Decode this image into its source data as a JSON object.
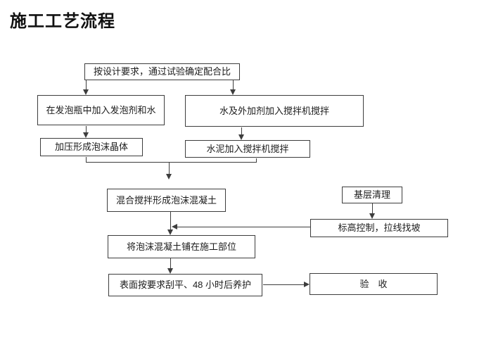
{
  "page": {
    "title": "施工工艺流程"
  },
  "colors": {
    "line": "#3d3d3d",
    "text": "#1b1b1b",
    "background": "#ffffff"
  },
  "flowchart": {
    "nodes": [
      {
        "id": "mix-ratio",
        "label": "按设计要求，通过试验确定配合比"
      },
      {
        "id": "foaming-bottle",
        "label": "在发泡瓶中加入发泡剂和水"
      },
      {
        "id": "foam-crystal",
        "label": "加压形成泡沫晶体"
      },
      {
        "id": "water-admixture",
        "label": "水及外加剂加入搅拌机搅拌"
      },
      {
        "id": "cement-mix",
        "label": "水泥加入搅拌机搅拌"
      },
      {
        "id": "foam-concrete",
        "label": "混合搅拌形成泡沫混凝土"
      },
      {
        "id": "base-cleaning",
        "label": "基层清理"
      },
      {
        "id": "level-control",
        "label": "标高控制，拉线找坡"
      },
      {
        "id": "placing",
        "label": "将泡沫混凝土铺在施工部位"
      },
      {
        "id": "curing",
        "label": "表面按要求刮平、48 小时后养护"
      },
      {
        "id": "acceptance",
        "label": "验　收"
      }
    ],
    "edges": [
      {
        "from": "mix-ratio",
        "to": "foaming-bottle"
      },
      {
        "from": "mix-ratio",
        "to": "water-admixture"
      },
      {
        "from": "foaming-bottle",
        "to": "foam-crystal"
      },
      {
        "from": "water-admixture",
        "to": "cement-mix"
      },
      {
        "from": "foam-crystal",
        "to": "foam-concrete"
      },
      {
        "from": "cement-mix",
        "to": "foam-concrete"
      },
      {
        "from": "base-cleaning",
        "to": "level-control"
      },
      {
        "from": "level-control",
        "to": "placing"
      },
      {
        "from": "foam-concrete",
        "to": "placing"
      },
      {
        "from": "placing",
        "to": "curing"
      },
      {
        "from": "curing",
        "to": "acceptance"
      }
    ]
  }
}
